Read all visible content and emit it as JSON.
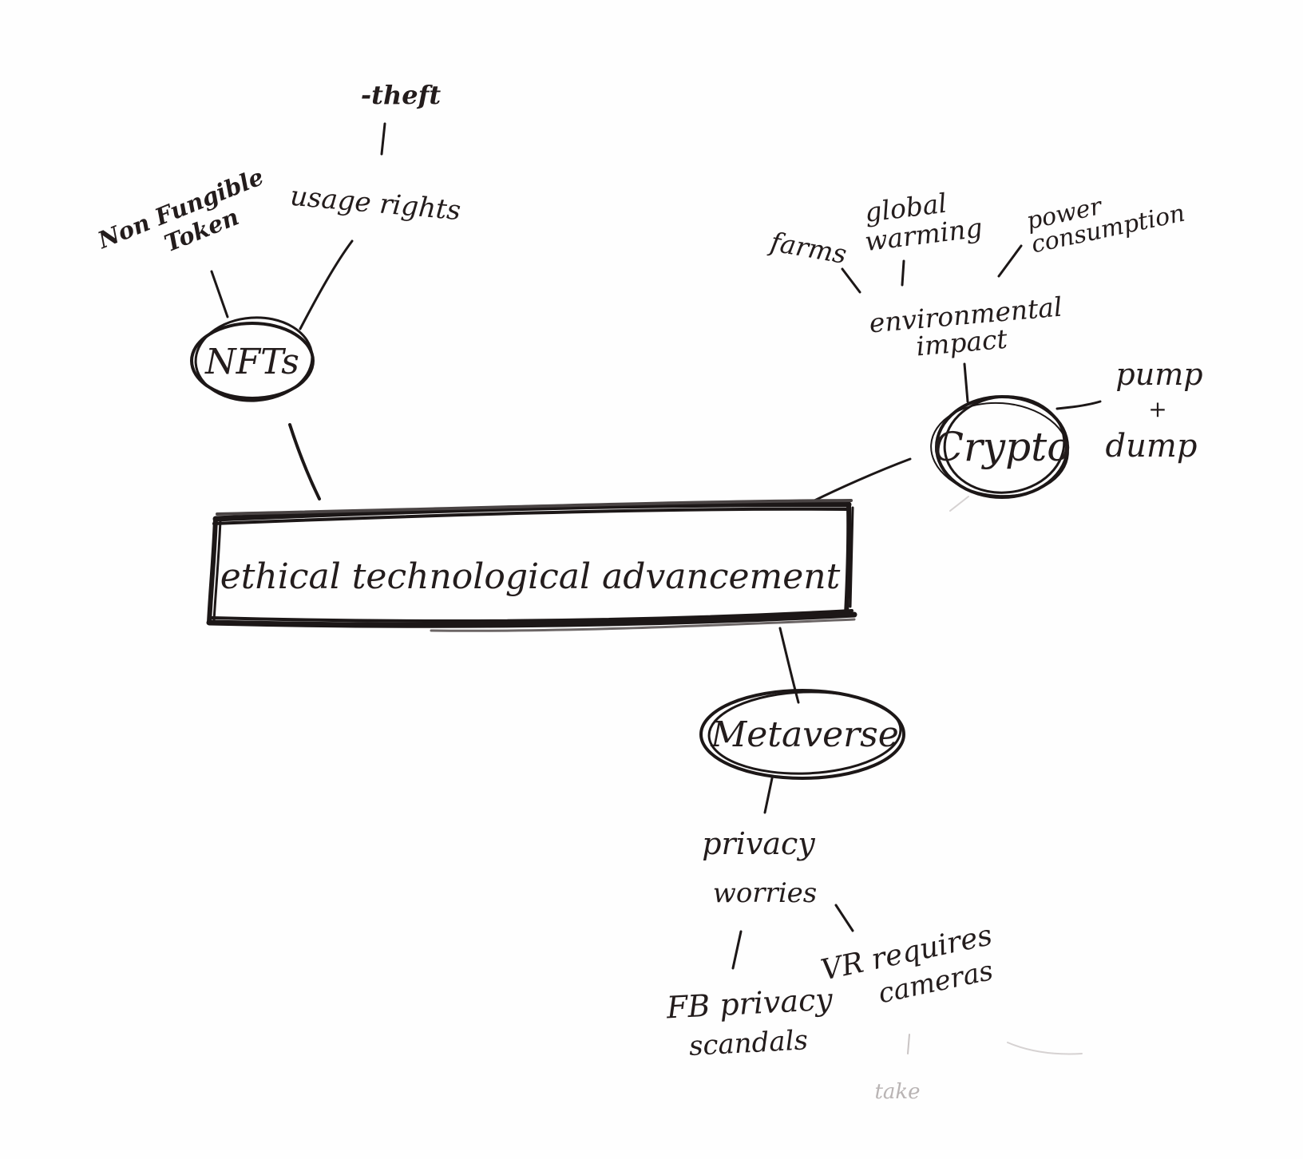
{
  "center": {
    "label": "ethical technological advancement"
  },
  "nodes": {
    "nfts": {
      "label": "NFTs",
      "children": {
        "non_fungible_token": {
          "line1": "Non Fungible",
          "line2": "Token"
        },
        "usage_rights": {
          "label": "usage rights",
          "children": {
            "theft": {
              "label": "-theft"
            }
          }
        }
      }
    },
    "crypto": {
      "label": "Crypto",
      "children": {
        "environmental_impact": {
          "line1": "environmental",
          "line2": "impact",
          "children": {
            "farms": {
              "label": "farms"
            },
            "global_warming": {
              "line1": "global",
              "line2": "warming"
            },
            "power_consumption": {
              "line1": "power",
              "line2": "consumption"
            }
          }
        },
        "pump_dump": {
          "line1": "pump",
          "line2": "+",
          "line3": "dump"
        }
      }
    },
    "metaverse": {
      "label": "Metaverse",
      "children": {
        "privacy_worries": {
          "line1": "privacy",
          "line2": "worries",
          "children": {
            "fb_privacy_scandals": {
              "line1": "FB privacy",
              "line2": "scandals"
            },
            "vr_requires_cameras": {
              "line1": "VR requires",
              "line2": "cameras",
              "children": {
                "faint": {
                  "label": "take"
                }
              }
            }
          }
        }
      }
    }
  },
  "colors": {
    "ink": "#1c1717",
    "board": "#fefefe",
    "faint_ink": "#b9b4b4"
  }
}
